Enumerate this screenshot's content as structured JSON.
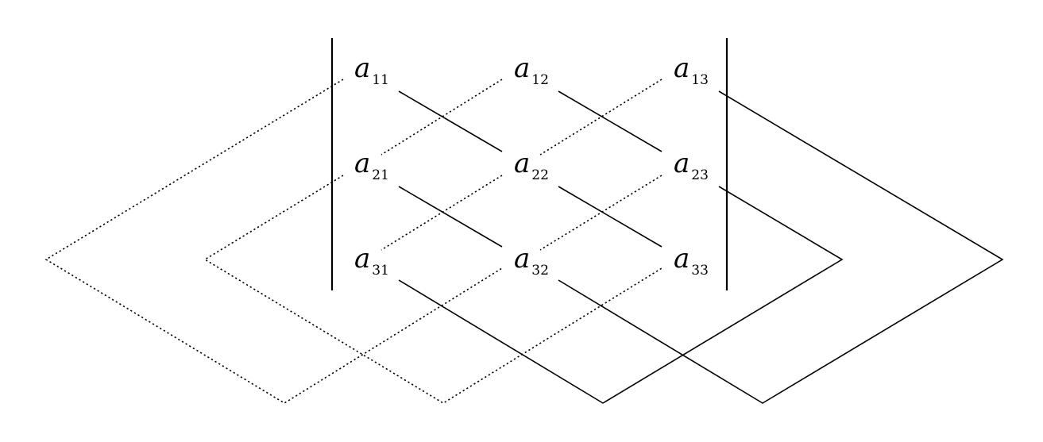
{
  "matrix": {
    "entries": [
      {
        "letter": "a",
        "sub": "11"
      },
      {
        "letter": "a",
        "sub": "12"
      },
      {
        "letter": "a",
        "sub": "13"
      },
      {
        "letter": "a",
        "sub": "21"
      },
      {
        "letter": "a",
        "sub": "22"
      },
      {
        "letter": "a",
        "sub": "23"
      },
      {
        "letter": "a",
        "sub": "31"
      },
      {
        "letter": "a",
        "sub": "32"
      },
      {
        "letter": "a",
        "sub": "33"
      }
    ]
  },
  "colors": {
    "ink": "#000000",
    "background": "#ffffff"
  }
}
